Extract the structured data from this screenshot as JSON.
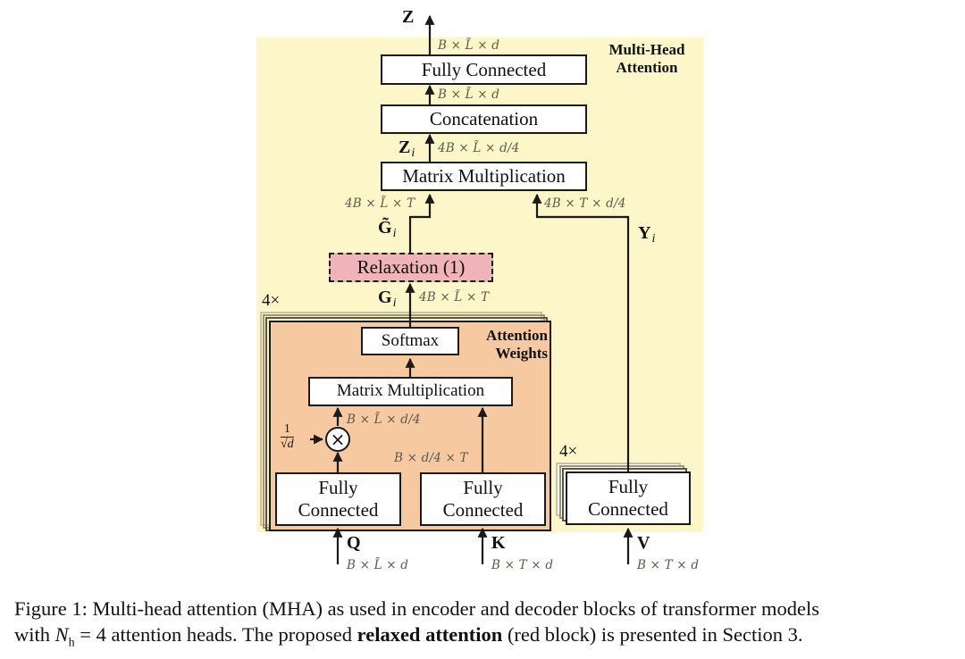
{
  "figure": {
    "section_titles": {
      "mha": "Multi-Head\nAttention",
      "mha_line1": "Multi-Head",
      "mha_line2": "Attention",
      "attn_line1": "Attention",
      "attn_line2": "Weights"
    },
    "blocks": {
      "fc_out": "Fully Connected",
      "concat": "Concatenation",
      "matmul_top": "Matrix Multiplication",
      "relaxation": "Relaxation (1)",
      "softmax": "Softmax",
      "matmul_inner": "Matrix Multiplication",
      "fc_q_line1": "Fully",
      "fc_q_line2": "Connected",
      "fc_k_line1": "Fully",
      "fc_k_line2": "Connected",
      "fc_v_line1": "Fully",
      "fc_v_line2": "Connected"
    },
    "repeat_counts": {
      "attention_weights": "4×",
      "value_fc": "4×"
    },
    "variables": {
      "Z": "Z",
      "Zi": "Z",
      "Zi_sub": "i",
      "Gi_tilde": "G̃",
      "Gi_tilde_sub": "i",
      "Gi": "G",
      "Gi_sub": "i",
      "Yi": "Y",
      "Yi_sub": "i",
      "Q": "Q",
      "K": "K",
      "V": "V"
    },
    "dimensions": {
      "z_out": "B × L̃ × d",
      "concat_out": "B × L̃ × d",
      "zi": "4B × L̃ × d/4",
      "g_tilde": "4B × L̃ × T",
      "y": "4B × T × d/4",
      "g": "4B × L̃ × T",
      "scaled_q": "B × L̃ × d/4",
      "k_proj": "B × d/4 × T",
      "q_in": "B × L̃ × d",
      "k_in": "B × T × d",
      "v_in": "B × T × d"
    },
    "scale_factor": {
      "numerator": "1",
      "denominator": "√d",
      "operator": "×"
    }
  },
  "caption": {
    "line1": "Figure 1: Multi-head attention (MHA) as used in encoder and decoder blocks of transformer models",
    "line2_pre": "with ",
    "line2_var": "N",
    "line2_sub": "h",
    "line2_mid": " = 4 attention heads. The proposed ",
    "line2_bold": "relaxed attention",
    "line2_post": " (red block) is presented in Section 3."
  },
  "colors": {
    "mha_background": "#fdf6c8",
    "attention_weights_background": "#f6c9a0",
    "relaxation_block": "#f0b3b7",
    "stroke": "#1a1a1a"
  }
}
